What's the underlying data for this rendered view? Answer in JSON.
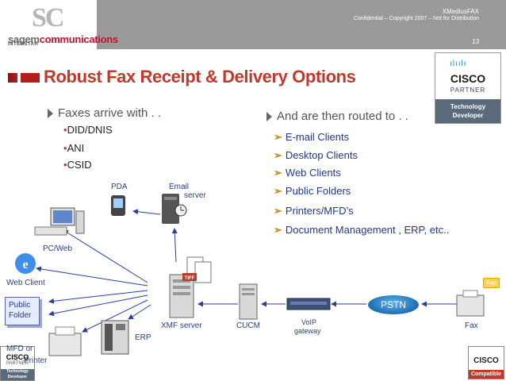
{
  "header": {
    "logo_mark": "SC",
    "logo_brand_a": "sagem",
    "logo_brand_b": "communications",
    "logo_sub": "INTERSTAR",
    "product": "XMediusFAX",
    "confidential": "Confidential – Copyright 2007 – Not for Distribution",
    "slide_number": "13"
  },
  "title": "Robust Fax Receipt & Delivery Options",
  "cisco_badge": {
    "bars": "ılıılı",
    "word": "CISCO",
    "partner": "PARTNER",
    "line1": "Technology",
    "line2": "Developer"
  },
  "left": {
    "heading": "Faxes arrive with . .",
    "items": [
      "DID/DNIS",
      "ANI",
      "CSID"
    ]
  },
  "right": {
    "heading": "And are then routed to . .",
    "items": [
      "E-mail Clients",
      "Desktop Clients",
      "Web Clients",
      "Public Folders",
      "Printers/MFD’s",
      "Document Management , ERP, etc.."
    ]
  },
  "diagram": {
    "pda": "PDA",
    "email_server_a": "Email",
    "email_server_b": "server",
    "pc_web": "PC/Web",
    "web_client": "Web Client",
    "public_folder_a": "Public",
    "public_folder_b": "Folder",
    "xmf_server": "XMF server",
    "cucm": "CUCM",
    "voip_a": "VoIP",
    "voip_b": "gateway",
    "pstn": "PSTN",
    "fax": "Fax",
    "fax_tag": "Fax",
    "erp": "ERP",
    "tiff": "TIFF",
    "mfd_a": "MFD or",
    "mfd_b": "Printer",
    "compat_word": "CISCO",
    "compat_label": "Compatible",
    "mini_word": "CISCO",
    "mini_partner": "PARTNER",
    "mini_line1": "Technology",
    "mini_line2": "Developer"
  },
  "colors": {
    "title": "#c0392b",
    "right_items": "#1f3a8a",
    "header_gray": "#9a9a9a",
    "arrows": "#2a3f9a"
  }
}
